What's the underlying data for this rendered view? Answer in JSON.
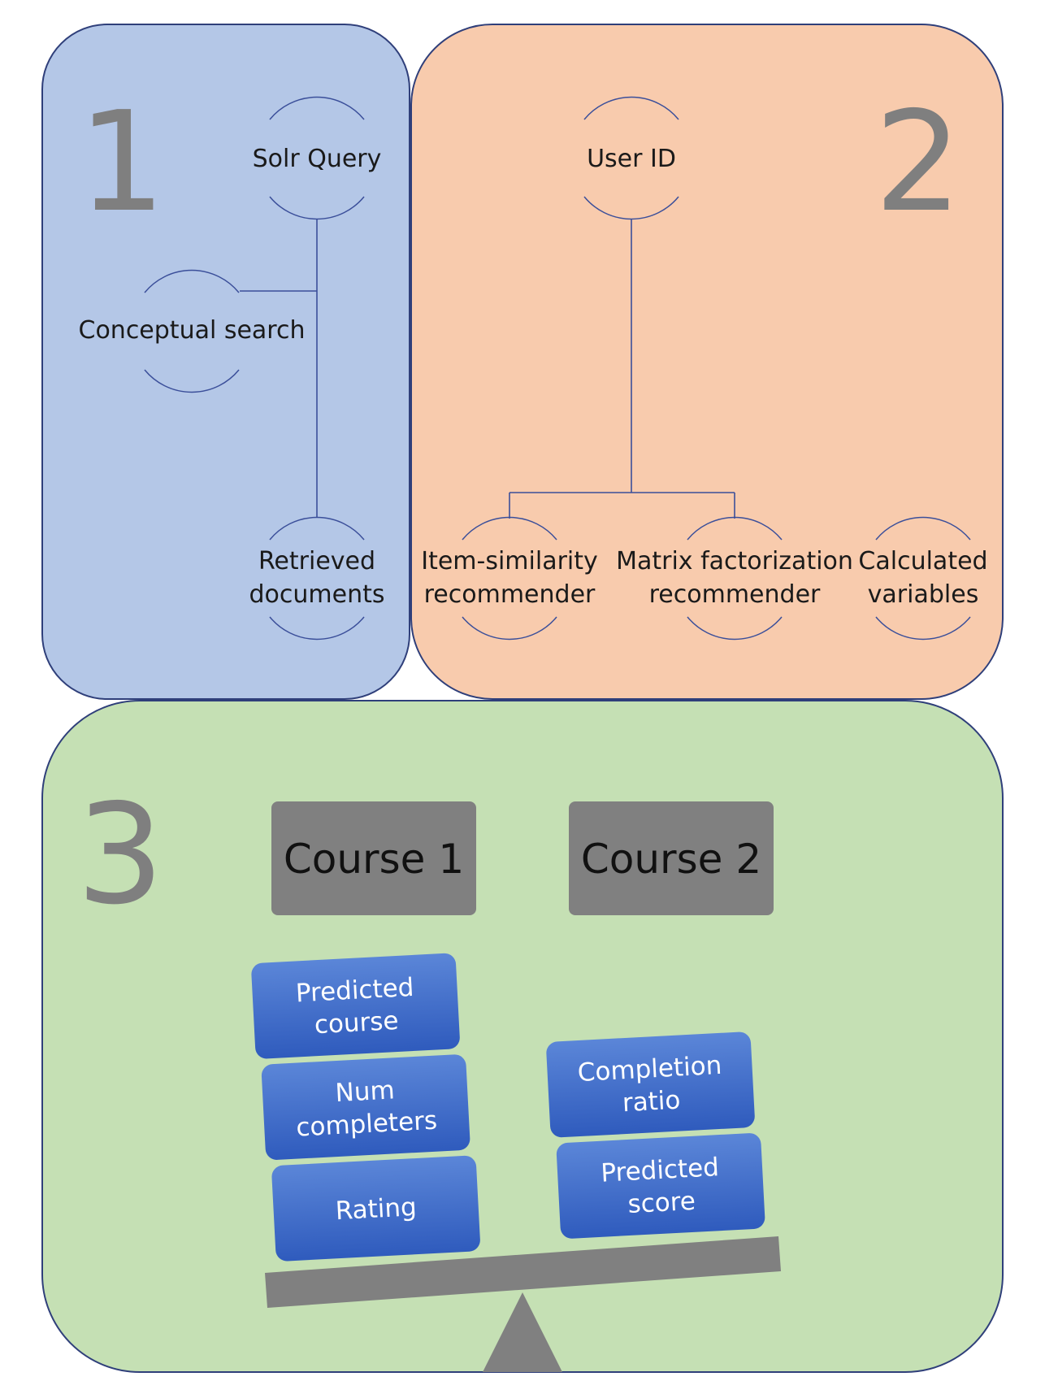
{
  "panel1": {
    "number": "1",
    "nodes": {
      "solr_query": [
        "Solr Query"
      ],
      "conceptual_search": [
        "Conceptual search"
      ],
      "retrieved_documents": [
        "Retrieved",
        "documents"
      ]
    },
    "color": "#b4c7e7"
  },
  "panel2": {
    "number": "2",
    "nodes": {
      "user_id": [
        "User ID"
      ],
      "item_similarity": [
        "Item-similarity",
        "recommender"
      ],
      "matrix_factorization": [
        "Matrix factorization",
        "recommender"
      ],
      "calculated_variables": [
        "Calculated",
        "variables"
      ]
    },
    "color": "#f8cbad"
  },
  "panel3": {
    "number": "3",
    "course1": "Course 1",
    "course2": "Course 2",
    "left_stack": [
      [
        "Predicted",
        "course"
      ],
      [
        "Num",
        "completers"
      ],
      [
        "Rating"
      ]
    ],
    "right_stack": [
      [
        "Completion",
        "ratio"
      ],
      [
        "Predicted",
        "score"
      ]
    ],
    "color": "#c5e0b4"
  },
  "colors": {
    "outline": "#2f3f7a",
    "number_gray": "#7f7f7f",
    "course_box": "#808080",
    "feature_blue": "#4472c4"
  }
}
